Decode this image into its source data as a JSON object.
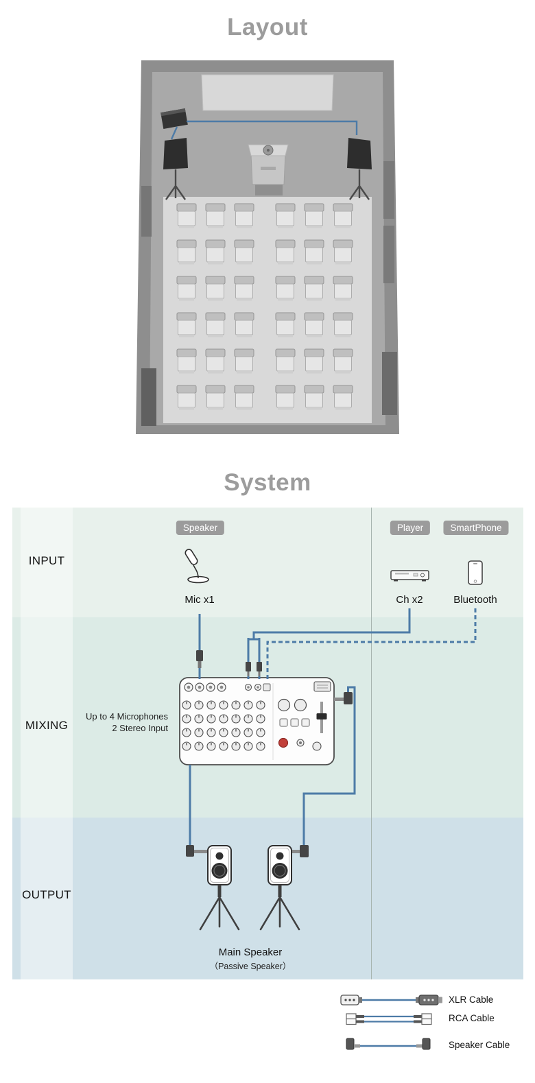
{
  "layout": {
    "title": "Layout"
  },
  "system": {
    "title": "System",
    "stages": {
      "input": "INPUT",
      "mixing": "MIXING",
      "output": "OUTPUT"
    },
    "input": {
      "speaker_badge": "Speaker",
      "player_badge": "Player",
      "smartphone_badge": "SmartPhone",
      "mic_caption": "Mic x1",
      "player_caption": "Ch x2",
      "smartphone_caption": "Bluetooth"
    },
    "mixing": {
      "note_line1": "Up to 4 Microphones",
      "note_line2": "2 Stereo Input"
    },
    "output": {
      "caption_line1": "Main Speaker",
      "caption_line2": "（Passive Speaker）"
    }
  },
  "legend": {
    "items": [
      {
        "label": "XLR Cable",
        "icon": "xlr-cable-icon"
      },
      {
        "label": "RCA Cable",
        "icon": "rca-cable-icon"
      },
      {
        "label": "Speaker Cable",
        "icon": "speaker-cable-icon"
      }
    ]
  },
  "colors": {
    "cable_blue": "#4d7ba7",
    "badge_gray": "#9b9b9b",
    "heading_gray": "#9c9c9c",
    "band_input": "#e8f1ec",
    "band_mixing": "#dcebe6",
    "band_output": "#cfe0e8"
  }
}
